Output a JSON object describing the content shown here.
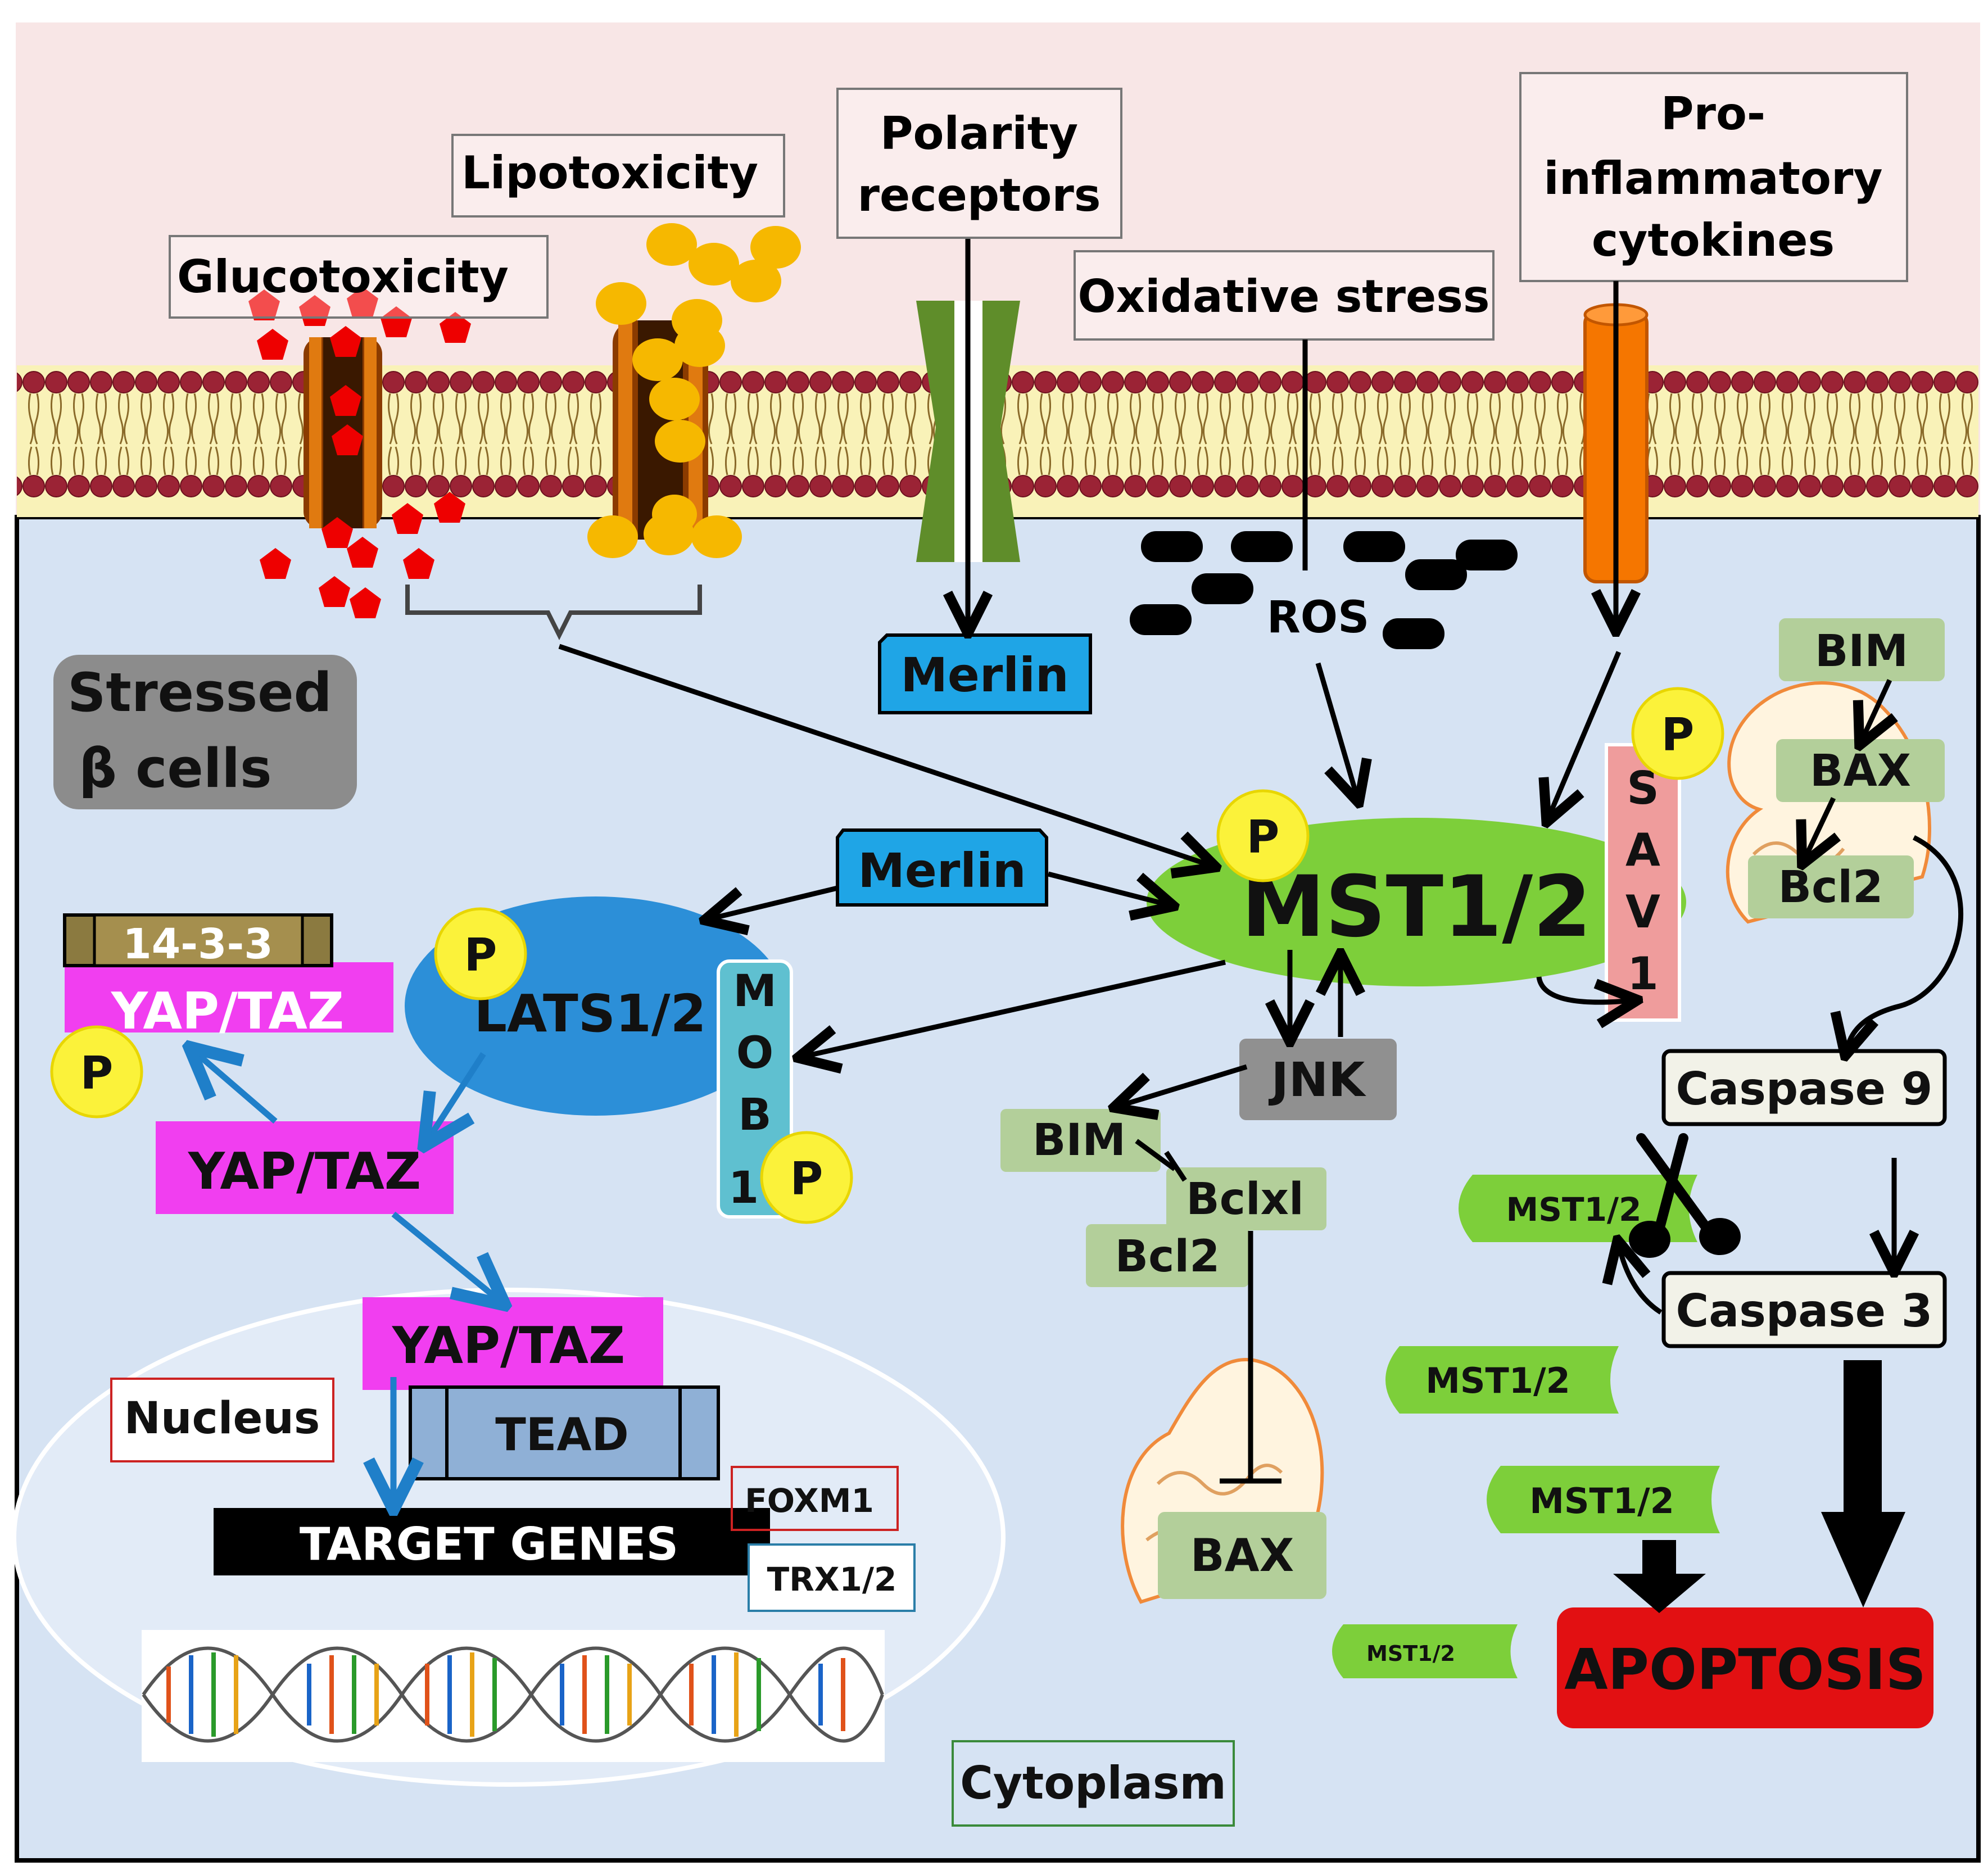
{
  "stimuli": {
    "glucotoxicity": "Glucotoxicity",
    "lipotoxicity": "Lipotoxicity",
    "polarity_l1": "Polarity",
    "polarity_l2": "receptors",
    "oxidative_stress": "Oxidative stress",
    "cytokines_l1": "Pro-",
    "cytokines_l2": "inflammatory",
    "cytokines_l3": "cytokines"
  },
  "cell": {
    "stressed_l1": "Stressed",
    "stressed_l2": "β  cells",
    "cytoplasm": "Cytoplasm",
    "nucleus": "Nucleus",
    "ros": "ROS"
  },
  "hippo": {
    "merlin_membrane": "Merlin",
    "merlin": "Merlin",
    "mst": "MST1/2",
    "phospho": "P",
    "sav1": [
      "S",
      "A",
      "V",
      "1"
    ],
    "lats": "LATS1/2",
    "mob1": [
      "M",
      "O",
      "B",
      "1"
    ],
    "protein_1433": "14-3-3",
    "yaptaz": "YAP/TAZ",
    "tead": "TEAD",
    "target_genes": "TARGET GENES",
    "foxm1": "FOXM1",
    "trx": "TRX1/2"
  },
  "apoptosis_path": {
    "jnk": "JNK",
    "bim": "BIM",
    "bclxl": "Bclxl",
    "bcl2": "Bcl2",
    "bax": "BAX",
    "mito_bim": "BIM",
    "mito_bax": "BAX",
    "mito_bcl2": "Bcl2",
    "caspase9": "Caspase 9",
    "caspase3": "Caspase 3",
    "cleaved_mst": "MST1/2",
    "apoptosis": "APOPTOSIS"
  },
  "colors": {
    "extracellular": "#f8e6e6",
    "cytoplasm": "#d6e3f3",
    "mst": "#7dcf3a",
    "merlin": "#1fa5e6",
    "yaptaz": "#f13ef0",
    "lats": "#2c8fd8",
    "apoptosis": "#e21012",
    "phospho": "#fbf23a",
    "ros": "#000000",
    "glucose": "#ee0000",
    "lipid": "#f6b800"
  }
}
